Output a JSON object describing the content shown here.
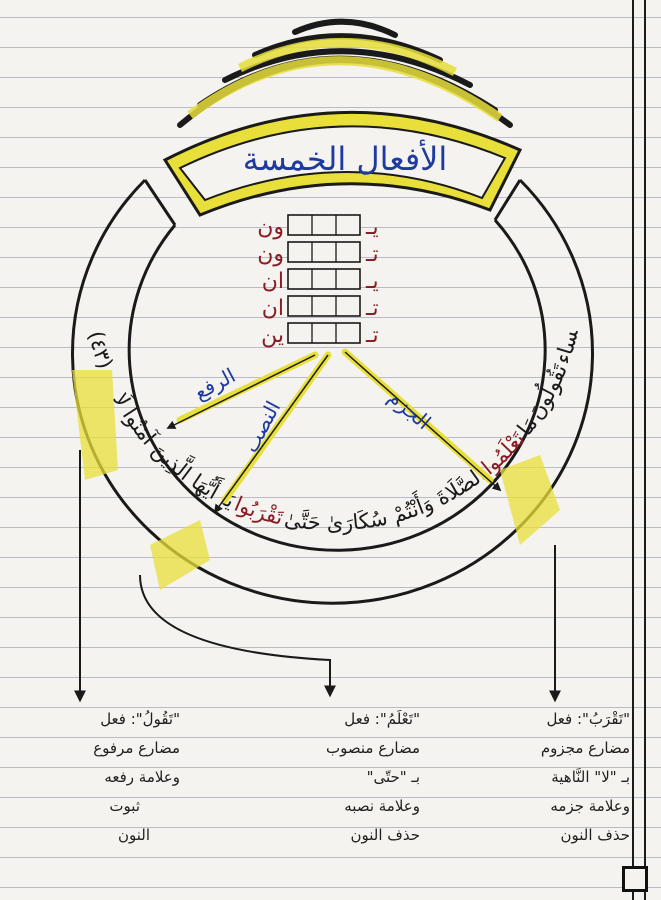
{
  "title": "الأفعال الخمسة",
  "prefixes": [
    "يـ",
    "تـ",
    "يـ",
    "تـ",
    "تـ"
  ],
  "suffixes": [
    "ون",
    "ون",
    "ان",
    "ان",
    "ين"
  ],
  "branches": {
    "raf": "الرفع",
    "nasb": "النصب",
    "jazm": "الجزم"
  },
  "verse": {
    "opening": "يَا أَيُّهَا الَّذِينَ آمَنُوا لَا",
    "word_jazm": "تَقْرَبُوا",
    "middle": "الصَّلَاةَ وَأَنْتُمْ سُكَارَىٰ حَتَّىٰ",
    "word_nasb": "تَعْلَمُوا",
    "tail_pre": "مَا",
    "word_raf": "تَقُولُونَ",
    "ending": "...(٤٣) النساء"
  },
  "notes": {
    "right": [
      "\"تَقْرَبُ\": فعل",
      "مضارع مجزوم",
      "بـ \"لا\" النَّاهية",
      "وعلامة جزمه",
      "حذف النون"
    ],
    "middle": [
      "\"تَعْلَمُ\": فعل",
      "مضارع منصوب",
      "بـ \"حتّى\"",
      "وعلامة نصبه",
      "حذف النون"
    ],
    "left": [
      "\"تَقُولُ\": فعل",
      "مضارع مرفوع",
      "وعلامة رفعه",
      "ثبوت",
      "النون"
    ]
  },
  "colors": {
    "highlight": "#e8df3a",
    "ink": "#1a1a1a",
    "prefix_red": "#8a1c24",
    "branch_blue": "#1f3a9e"
  }
}
